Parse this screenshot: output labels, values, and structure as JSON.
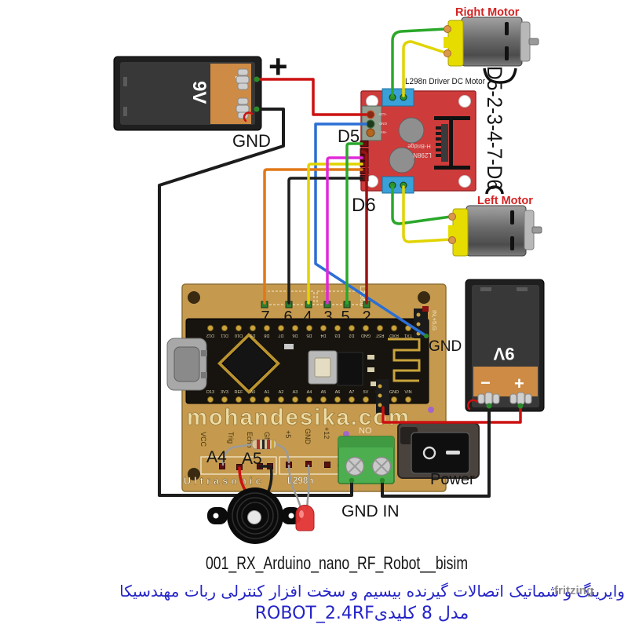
{
  "colors": {
    "wire_red": "#cc1111",
    "wire_dark_red": "#9a1414",
    "wire_black": "#1c1c1c",
    "wire_blue": "#2b6fd4",
    "wire_green": "#2aa82a",
    "wire_yellow": "#e0d400",
    "wire_orange": "#e07818",
    "wire_magenta": "#e02ad8",
    "wire_gray": "#9a9a9a",
    "board_l298n": "#ce3b3b",
    "board_pcb": "#c59a4e",
    "motor_cap": "#e6dc00",
    "battery_orange": "#cd8b45",
    "terminal_green": "#4cae4e",
    "label_red": "#d42222",
    "caption_blue": "#2424c8",
    "watermark_gray": "#8f8f8f"
  },
  "annotations": {
    "plus_big": "+",
    "gnd_left": "GND",
    "gnd_nano": "GND",
    "gnd_in": "GND IN",
    "power": "Power",
    "a4": "A4",
    "a5": "A5",
    "d5": "D5",
    "d6": "D6",
    "banner": "D5-2-3-4-7-D6",
    "l298n_title": "L298n Driver DC Motor",
    "right_motor": "Right Motor",
    "left_motor": "Left  Motor",
    "pin_numbers": [
      "7",
      "6",
      "4",
      "3",
      "5",
      "2"
    ]
  },
  "l298n": {
    "terminal_labels": [
      "+12V",
      "GND",
      "+5V"
    ],
    "chip_line1": "H-Bridge",
    "chip_line2": "L298N"
  },
  "battery_left": {
    "voltage": "9V",
    "plus": "+",
    "minus": "−"
  },
  "battery_right": {
    "voltage": "9V",
    "plus": "+",
    "minus": "−"
  },
  "pcb": {
    "brand": "mohandesika.com",
    "section_ultrasonic": "Ultrasonic",
    "section_l298n": "L298n",
    "ultrasonic_pins": [
      "VCC",
      "Trig",
      "Echo",
      "GND"
    ],
    "l298n_pins": [
      "+5",
      "GND",
      "+12"
    ],
    "no_text": "NO",
    "header_right": "IN,+5,G",
    "vert_l298n": "L298n",
    "vert_9v": "9V"
  },
  "arduino": {
    "top_pins": [
      "D12",
      "D11",
      "D10",
      "D9",
      "D8",
      "D7",
      "D6",
      "D5",
      "D4",
      "D3",
      "D2",
      "GND",
      "RST",
      "RXD",
      "TX1"
    ],
    "bottom_pins": [
      "D13",
      "3V3",
      "REF",
      "A0",
      "A1",
      "A2",
      "A3",
      "A4",
      "A5",
      "A6",
      "A7",
      "5V",
      "RST",
      "GND",
      "VIN"
    ]
  },
  "captions": {
    "title": "001_RX_Arduino_nano_RF_Robot__bisim",
    "line_fa": "وایرینگ و شماتیک اتصالات گیرنده بیسیم و سخت افزار کنترلی  ربات  مهندسیکا",
    "line_model": "مدل 8 کلیدیROBOT_2.4RF",
    "watermark": "fritzing"
  }
}
